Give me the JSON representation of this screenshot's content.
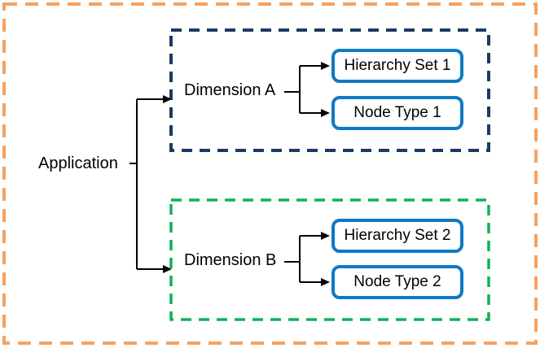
{
  "diagram": {
    "root": {
      "label": "Application"
    },
    "groups": [
      {
        "label": "Dimension A",
        "children": [
          {
            "label": "Hierarchy Set 1"
          },
          {
            "label": "Node Type 1"
          }
        ]
      },
      {
        "label": "Dimension B",
        "children": [
          {
            "label": "Hierarchy Set 2"
          },
          {
            "label": "Node Type 2"
          }
        ]
      }
    ]
  },
  "colors": {
    "outer-border": "#F4A263",
    "group-a-border": "#1F3864",
    "group-b-border": "#0DB25A",
    "node-border": "#0F7AC4",
    "connector": "#000000",
    "text": "#000000",
    "background": "#FFFFFF"
  }
}
